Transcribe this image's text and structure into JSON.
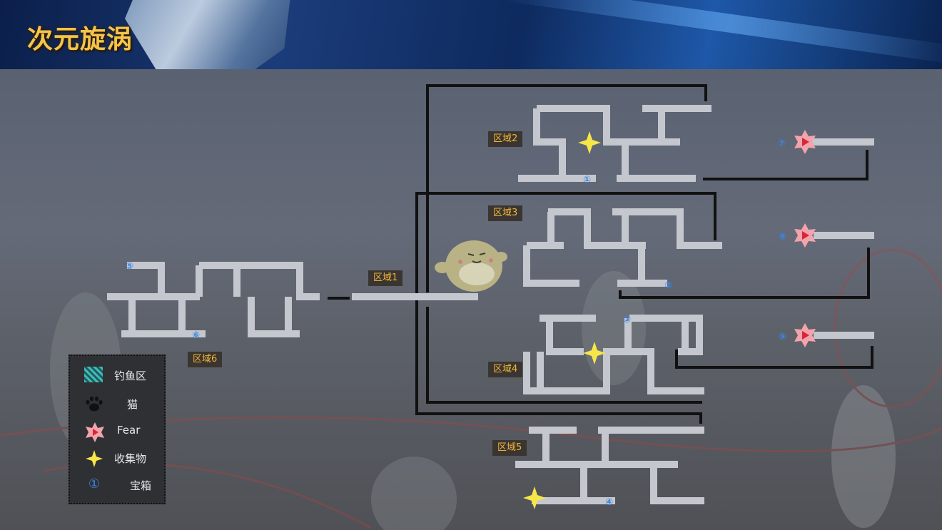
{
  "header": {
    "title": "次元旋涡"
  },
  "areas": [
    {
      "id": "area1",
      "label": "区域1"
    },
    {
      "id": "area2",
      "label": "区域2"
    },
    {
      "id": "area3",
      "label": "区域3"
    },
    {
      "id": "area4",
      "label": "区域4"
    },
    {
      "id": "area5",
      "label": "区域5"
    },
    {
      "id": "area6",
      "label": "区域6"
    }
  ],
  "chests": [
    "①",
    "②",
    "③",
    "④",
    "⑤",
    "⑥",
    "⑦",
    "⑧",
    "⑨"
  ],
  "legend": {
    "items": [
      {
        "icon": "hatch-icon",
        "label": "钓鱼区"
      },
      {
        "icon": "paw-icon",
        "label": "猫"
      },
      {
        "icon": "fear-icon",
        "label": "Fear"
      },
      {
        "icon": "star-icon",
        "label": "收集物"
      },
      {
        "icon": "chest-number-icon",
        "glyph": "①",
        "label": "宝箱"
      }
    ]
  },
  "colors": {
    "path": "#c4c7cd",
    "link": "#111111",
    "star": "#f7e64a",
    "fear": "#f3a3ac",
    "chest": "#3a86e6",
    "title": "#f3c54a"
  }
}
